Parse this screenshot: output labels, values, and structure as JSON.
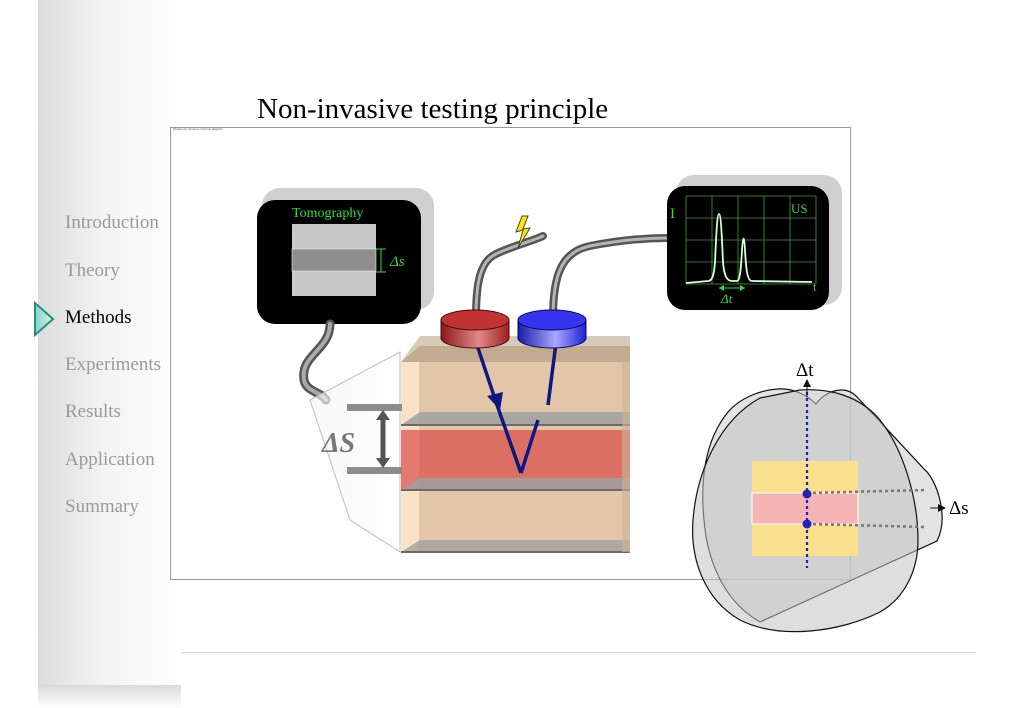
{
  "title": "Non-invasive testing principle",
  "frame_caption": "Mushroom structure rhizome diagram",
  "nav": {
    "items": [
      {
        "label": "Introduction",
        "active": false
      },
      {
        "label": "Theory",
        "active": false
      },
      {
        "label": "Methods",
        "active": true
      },
      {
        "label": "Experiments",
        "active": false
      },
      {
        "label": "Results",
        "active": false
      },
      {
        "label": "Application",
        "active": false
      },
      {
        "label": "Summary",
        "active": false
      }
    ]
  },
  "diagram": {
    "tomography_label": "Tomography",
    "tomography_ds_label": "Δs",
    "us_label": "US",
    "us_axis_i": "I",
    "us_axis_t": "t",
    "us_dt_label": "Δt",
    "sample_ds_label": "ΔS",
    "section_dt_label": "Δt",
    "section_ds_label": "Δs"
  },
  "colors": {
    "screen_green": "#33dd33",
    "probe_red": "#b02020",
    "probe_blue": "#2a2aee",
    "beam": "#0d1780",
    "layer_red": "#d84040",
    "section_yellow": "#f8e08c",
    "section_pink": "#f6b5b5",
    "section_dot": "#2222bb"
  }
}
